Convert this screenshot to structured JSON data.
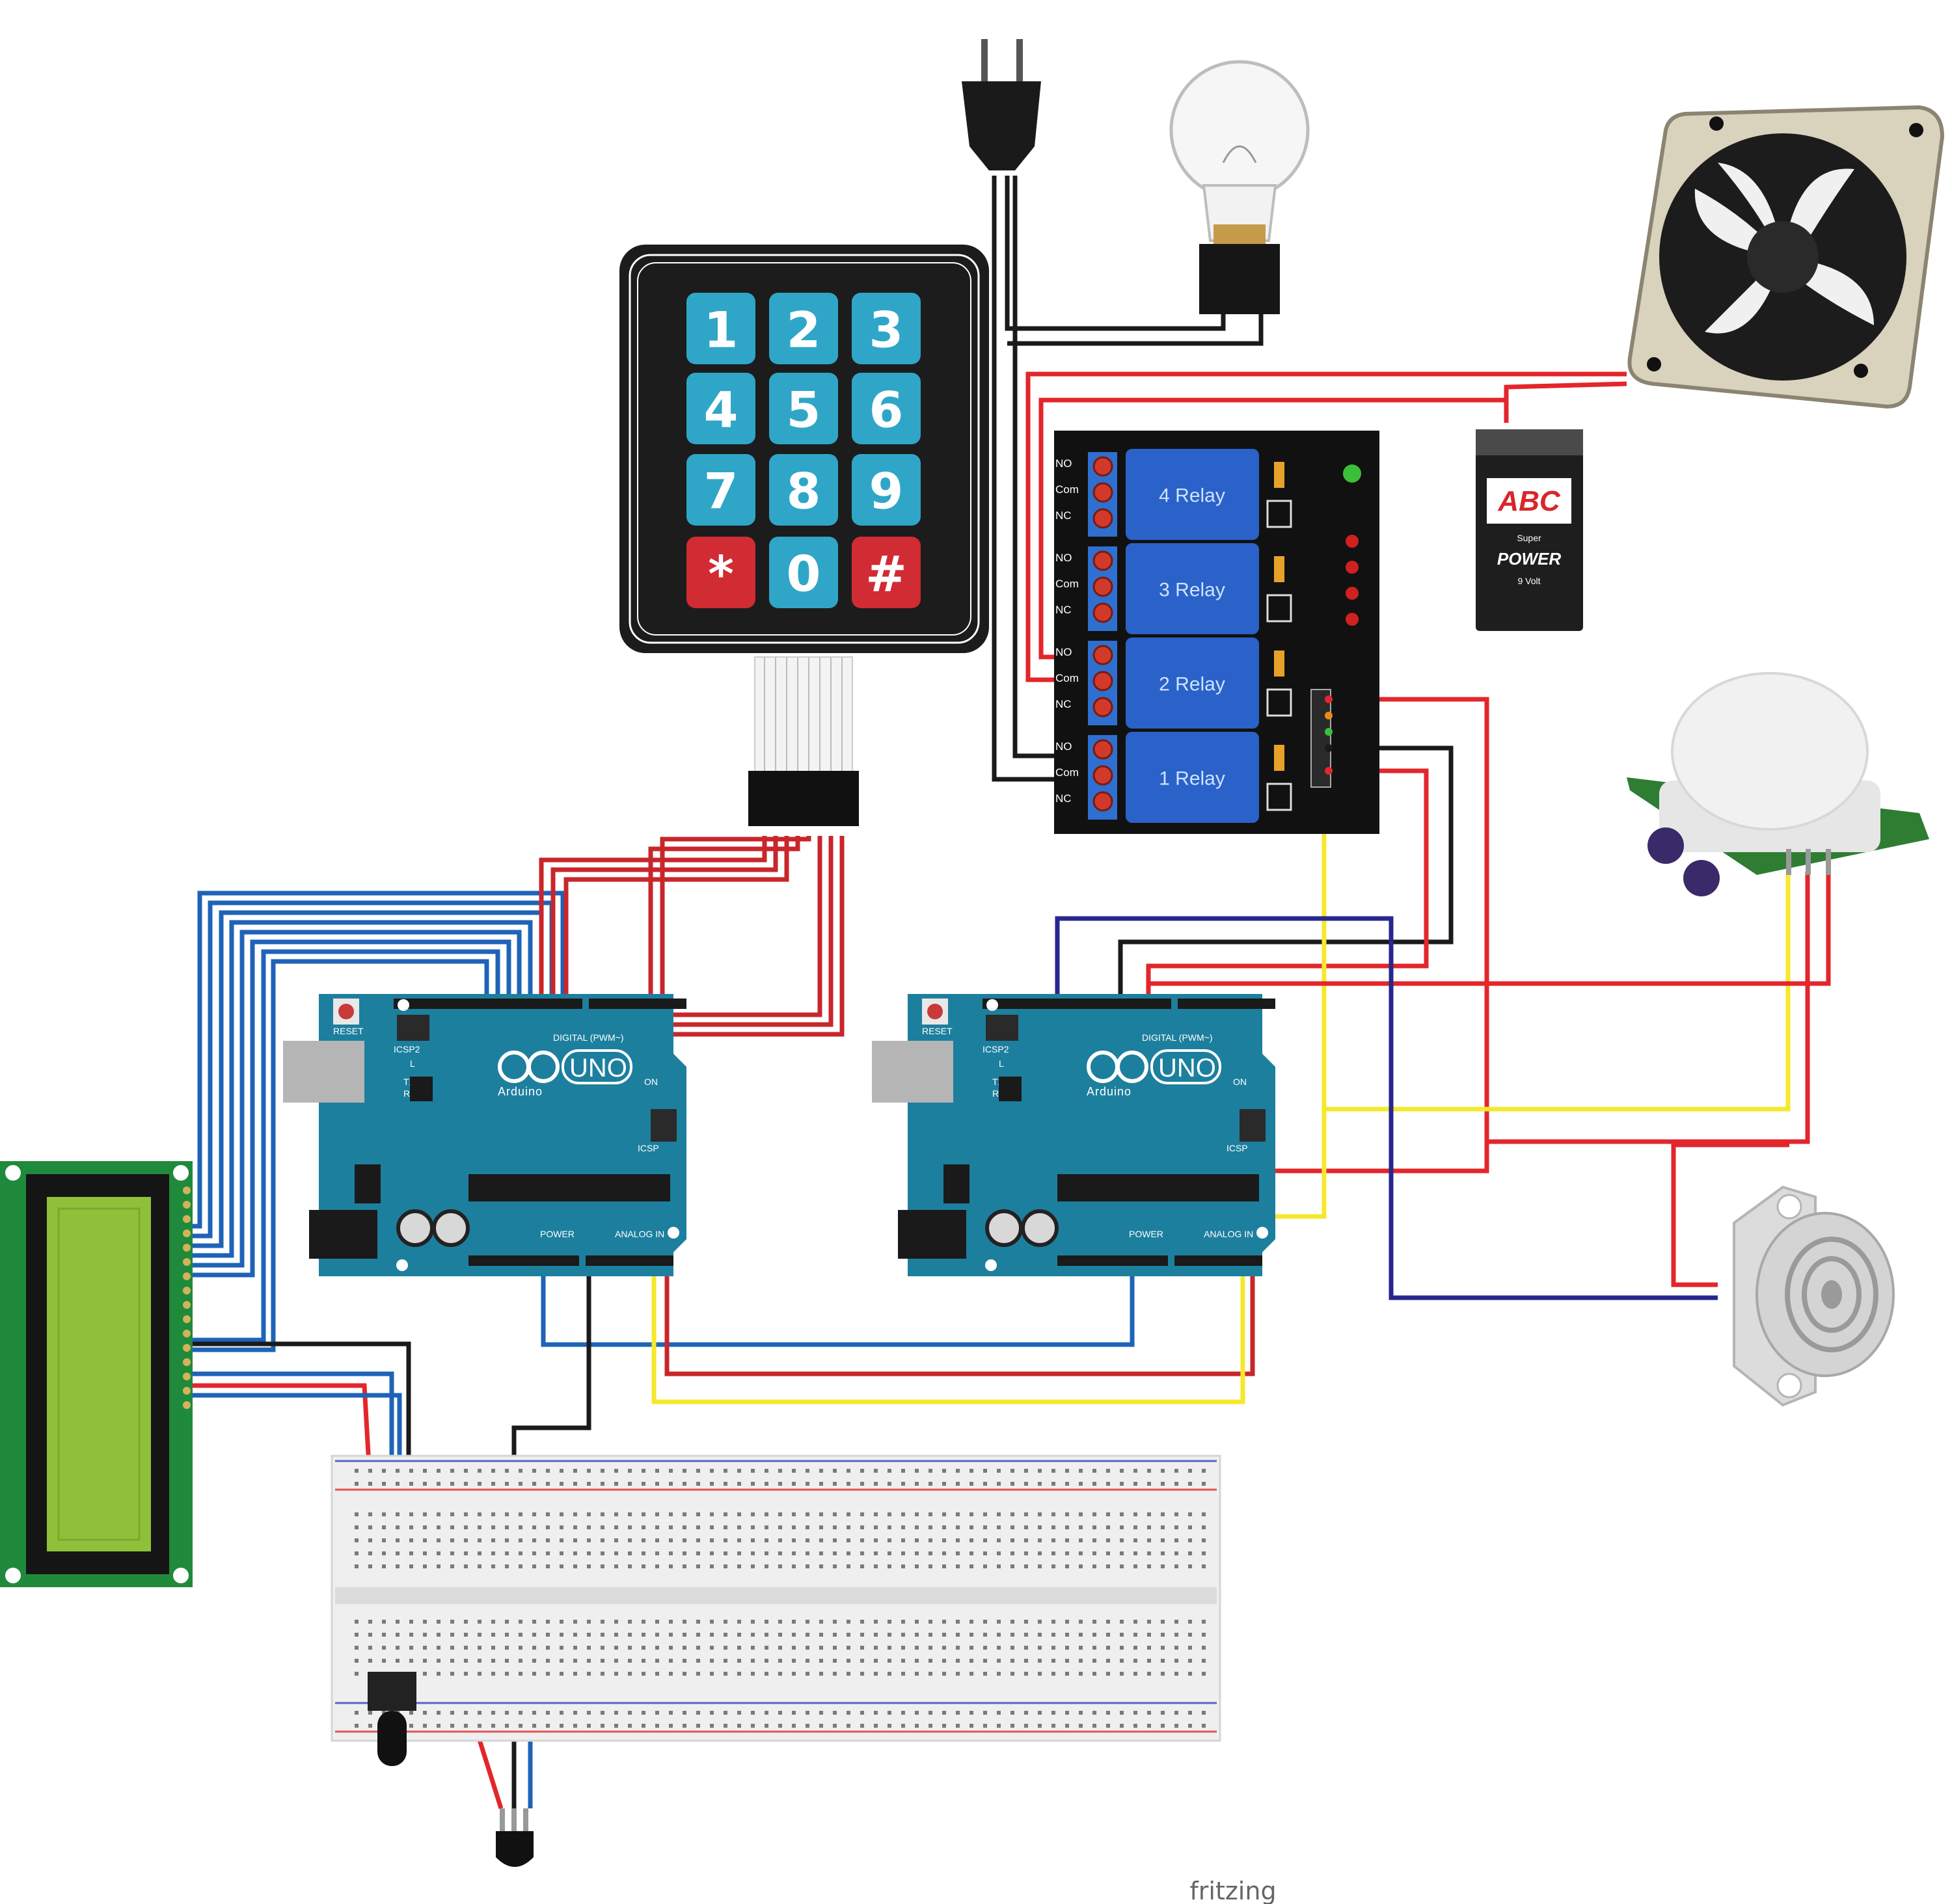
{
  "diagram": {
    "watermark": "fritzing",
    "keypad": {
      "keys": [
        {
          "label": "1",
          "color": "#2fa6c8"
        },
        {
          "label": "2",
          "color": "#2fa6c8"
        },
        {
          "label": "3",
          "color": "#2fa6c8"
        },
        {
          "label": "4",
          "color": "#2fa6c8"
        },
        {
          "label": "5",
          "color": "#2fa6c8"
        },
        {
          "label": "6",
          "color": "#2fa6c8"
        },
        {
          "label": "7",
          "color": "#2fa6c8"
        },
        {
          "label": "8",
          "color": "#2fa6c8"
        },
        {
          "label": "9",
          "color": "#2fa6c8"
        },
        {
          "label": "*",
          "color": "#d12b33"
        },
        {
          "label": "0",
          "color": "#2fa6c8"
        },
        {
          "label": "#",
          "color": "#d12b33"
        }
      ]
    },
    "relay_board": {
      "relays": [
        "4 Relay",
        "3 Relay",
        "2 Relay",
        "1 Relay"
      ],
      "terminal_labels": [
        "NO",
        "Com",
        "NC"
      ]
    },
    "arduino_left": {
      "logo": "UNO",
      "brand": "Arduino",
      "labels": {
        "reset": "RESET",
        "icsp2": "ICSP2",
        "icsp": "ICSP",
        "tx": "TX",
        "rx": "RX",
        "l": "L",
        "on": "ON",
        "power": "POWER",
        "analog_in": "ANALOG IN",
        "digital": "DIGITAL (PWM~)"
      }
    },
    "arduino_right": {
      "logo": "UNO",
      "brand": "Arduino",
      "labels": {
        "reset": "RESET",
        "icsp2": "ICSP2",
        "icsp": "ICSP",
        "tx": "TX",
        "rx": "RX",
        "l": "L",
        "on": "ON",
        "power": "POWER",
        "analog_in": "ANALOG IN",
        "digital": "DIGITAL (PWM~)"
      }
    },
    "battery": {
      "brand": "ABC",
      "line": "POWER",
      "super": "Super",
      "volt": "9 Volt"
    },
    "colors": {
      "red": "#e3262b",
      "blue": "#1e63b8",
      "black": "#1a1a1a",
      "yellow": "#f6e82c",
      "navy": "#27278f",
      "arduino": "#1d7f9e",
      "relay_bg": "#111111",
      "relay_blue": "#2a62c9"
    }
  }
}
